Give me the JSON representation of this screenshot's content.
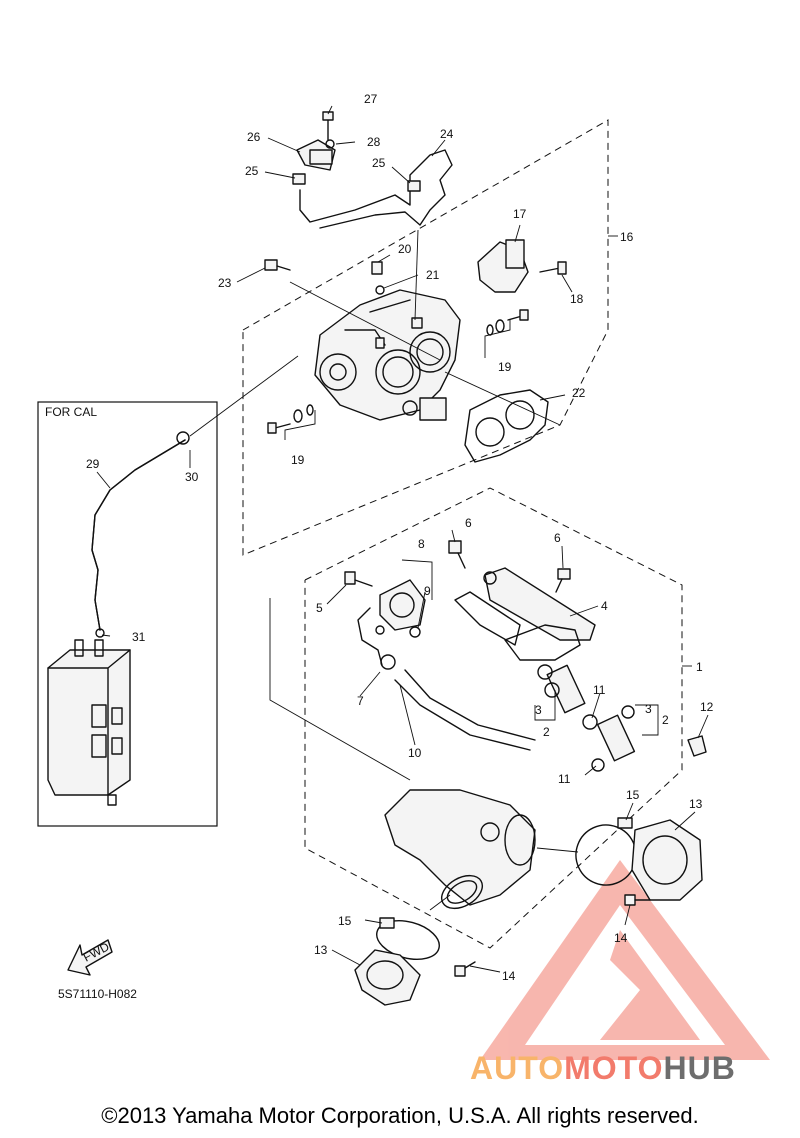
{
  "diagram": {
    "callouts": {
      "n1": "1",
      "n2a": "2",
      "n2b": "2",
      "n3a": "3",
      "n3b": "3",
      "n4": "4",
      "n5": "5",
      "n6a": "6",
      "n6b": "6",
      "n7": "7",
      "n8": "8",
      "n9": "9",
      "n10": "10",
      "n11a": "11",
      "n11b": "11",
      "n12": "12",
      "n13a": "13",
      "n13b": "13",
      "n14a": "14",
      "n14b": "14",
      "n15a": "15",
      "n15b": "15",
      "n16": "16",
      "n17": "17",
      "n18": "18",
      "n19a": "19",
      "n19b": "19",
      "n20": "20",
      "n21": "21",
      "n22": "22",
      "n23": "23",
      "n24": "24",
      "n25a": "25",
      "n25b": "25",
      "n26": "26",
      "n27": "27",
      "n28": "28",
      "n29": "29",
      "n30": "30",
      "n31": "31"
    },
    "inset_label": "FOR CAL",
    "fwd_label": "FWD",
    "figure_code": "5S71110-H082"
  },
  "watermark": {
    "part1": "AUTO",
    "part2": "MOTO",
    "part3": "HUB",
    "colors": {
      "orange": "#f8b46a",
      "red": "#f27b6c",
      "gray": "#6d6d6d"
    }
  },
  "copyright": "©2013 Yamaha Motor Corporation, U.S.A. All rights reserved."
}
